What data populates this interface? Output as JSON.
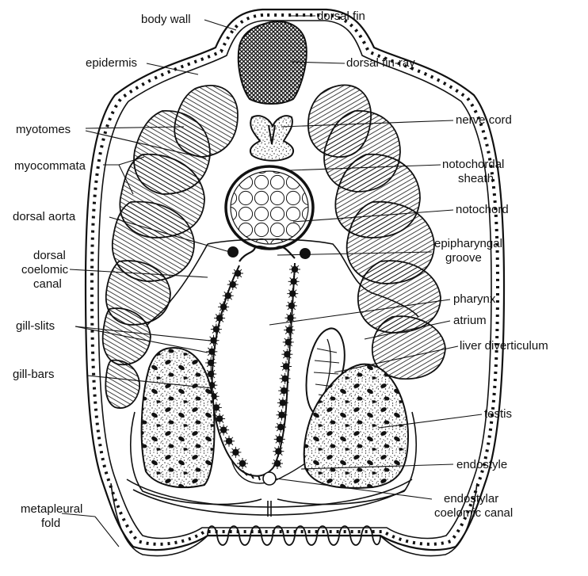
{
  "labels": {
    "body_wall": "body wall",
    "dorsal_fin": "dorsal fin",
    "epidermis": "epidermis",
    "dorsal_fin_ray": "dorsal fin-ray",
    "myotomes": "myotomes",
    "nerve_cord": "nerve cord",
    "myocommata": "myocommata",
    "notochordal_sheath_1": "notochordal",
    "notochordal_sheath_2": "sheath",
    "dorsal_aorta": "dorsal aorta",
    "notochord": "notochord",
    "dorsal_coelomic_canal_1": "dorsal",
    "dorsal_coelomic_canal_2": "coelomic",
    "dorsal_coelomic_canal_3": "canal",
    "epipharyngal_groove_1": "epipharyngal",
    "epipharyngal_groove_2": "groove",
    "pharynx": "pharynx",
    "gill_slits": "gill-slits",
    "atrium": "atrium",
    "liver_diverticulum": "liver diverticulum",
    "gill_bars": "gill-bars",
    "testis": "testis",
    "endostyle": "endostyle",
    "metapleural_fold_1": "metapleural",
    "metapleural_fold_2": "fold",
    "endostylar_coelomic_canal_1": "endostylar",
    "endostylar_coelomic_canal_2": "coelomic canal"
  }
}
